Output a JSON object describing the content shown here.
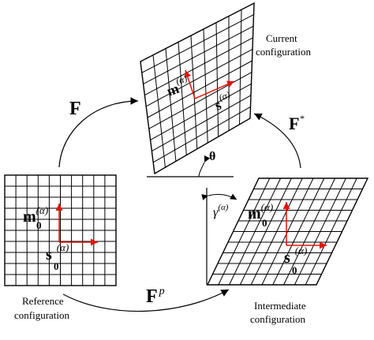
{
  "captions": {
    "current_line1": "Current",
    "current_line2": "configuration",
    "reference_line1": "Reference",
    "reference_line2": "configuration",
    "intermediate_line1": "Intermediate",
    "intermediate_line2": "configuration"
  },
  "operators": {
    "F": "F",
    "F_star_base": "F",
    "F_star_sup": "*",
    "Fp_base": "F",
    "Fp_sup": "p"
  },
  "vectors": {
    "m_base": "m",
    "s_base": "s",
    "sub_zero": "0",
    "alpha_sup": "(α)"
  },
  "angles": {
    "theta": "θ",
    "gamma_base": "γ",
    "gamma_sup": "(α)"
  },
  "colors": {
    "grid": "#000000",
    "arrow_red": "#e3120b",
    "text": "#000000"
  }
}
